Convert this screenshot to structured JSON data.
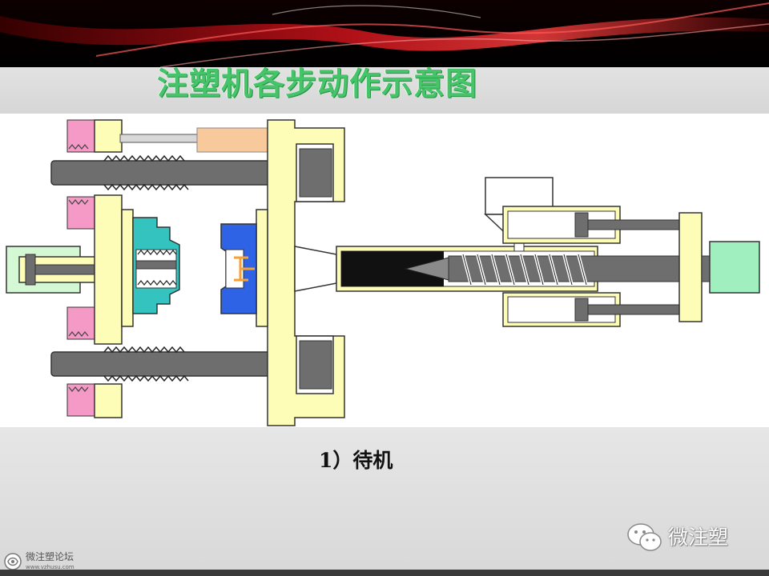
{
  "slide": {
    "title": "注塑机各步动作示意图",
    "caption": "1）待机"
  },
  "watermarks": {
    "wechat_label": "微注塑",
    "forum_name": "微注塑论坛",
    "forum_url": "www.vzhusu.com"
  },
  "colors": {
    "frame_yellow": "#fdfdb8",
    "rod_gray": "#6e6e6e",
    "pink_nut": "#f59ac6",
    "orange_cylinder": "#f7c99b",
    "green_motor": "#9ff0be",
    "teal_mold": "#35c3c0",
    "blue_mold": "#2f63e6",
    "title_green": "#45c46a"
  }
}
